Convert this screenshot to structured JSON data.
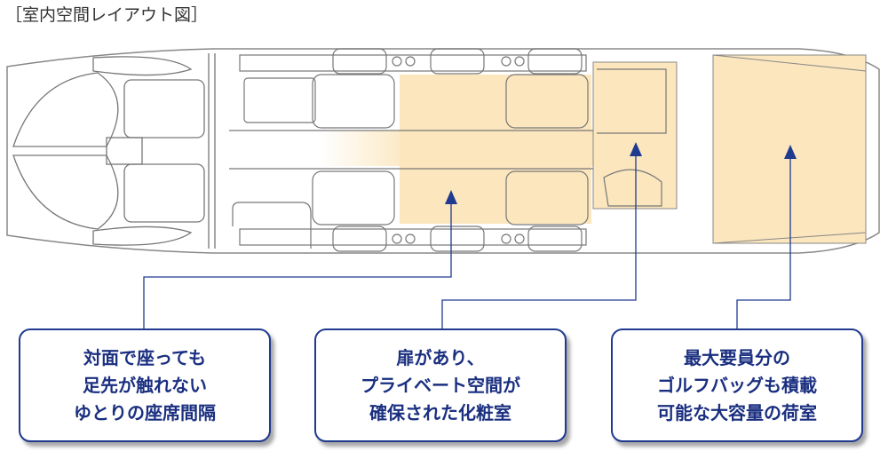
{
  "title": "［室内空間レイアウト図］",
  "colors": {
    "accent": "#1f3a8f",
    "highlight": "#fbe6bd",
    "outline": "#777777"
  },
  "callouts": [
    {
      "lines": [
        "対面で座っても",
        "足先が触れない",
        "ゆとりの座席間隔"
      ]
    },
    {
      "lines": [
        "扉があり、",
        "プライベート空間が",
        "確保された化粧室"
      ]
    },
    {
      "lines": [
        "最大要員分の",
        "ゴルフバッグも積載",
        "可能な大容量の荷室"
      ]
    }
  ]
}
